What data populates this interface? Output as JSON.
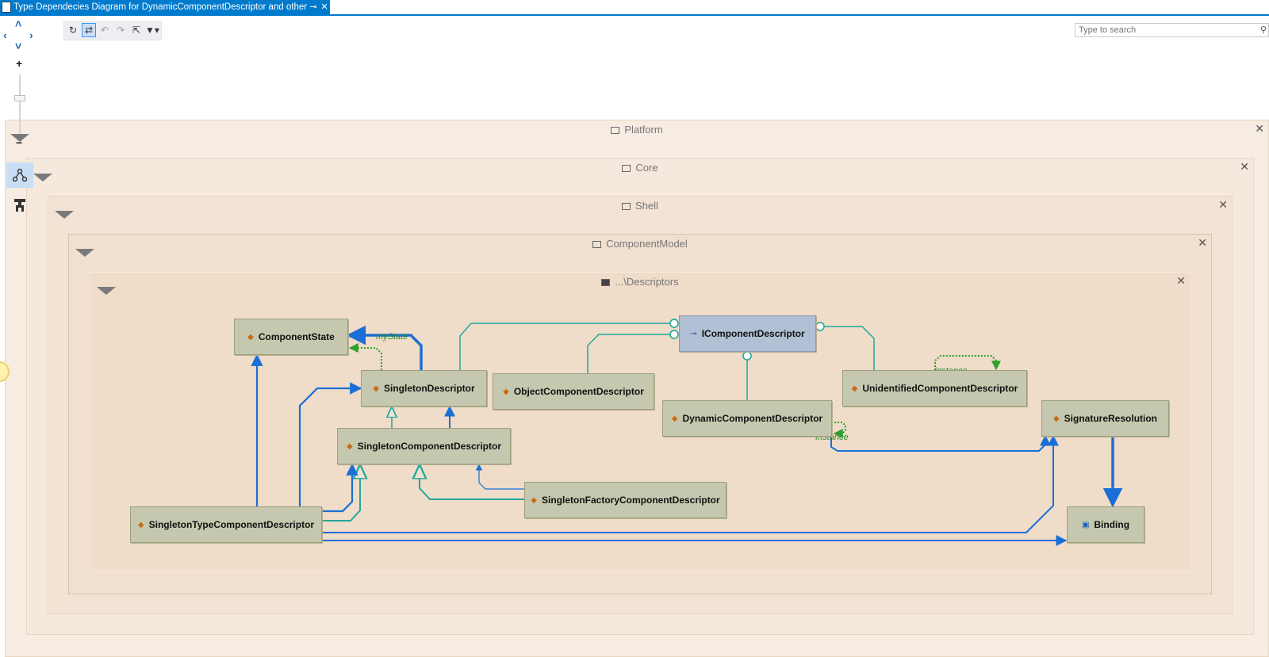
{
  "tab": {
    "title": "Type Dependecies Diagram for DynamicComponentDescriptor and other Elements",
    "pin": "⊸",
    "close": "✕"
  },
  "toolbar": {
    "refresh": "↻",
    "layout": "⇄",
    "undo": "↶",
    "redo": "↷",
    "export": "⇱",
    "filter": "▼▾"
  },
  "search": {
    "placeholder": "Type to search",
    "icon": "⚲"
  },
  "nav": {
    "up": "˄",
    "left": "‹",
    "right": "›",
    "down": "˅"
  },
  "zoom": {
    "plus": "+",
    "minus": "−"
  },
  "groups": {
    "platform": "Platform",
    "core": "Core",
    "shell": "Shell",
    "componentmodel": "ComponentModel",
    "descriptors": "...\\Descriptors",
    "close": "✕"
  },
  "nodes": {
    "componentstate": "ComponentState",
    "singletondescriptor": "SingletonDescriptor",
    "objectcomponentdescriptor": "ObjectComponentDescriptor",
    "icomponentdescriptor": "IComponentDescriptor",
    "unidentifiedcomponentdescriptor": "UnidentifiedComponentDescriptor",
    "dynamiccomponentdescriptor": "DynamicComponentDescriptor",
    "signatureresolution": "SignatureResolution",
    "singletoncomponentdescriptor": "SingletonComponentDescriptor",
    "singletonfactorycomponentdescriptor": "SingletonFactoryComponentDescriptor",
    "singletontypecomponentdescriptor": "SingletonTypeComponentDescriptor",
    "binding": "Binding"
  },
  "edge_labels": {
    "mystate": "myState",
    "instance1": "Instance",
    "instance2": "Instance"
  },
  "colors": {
    "dependency": "#1a6fd6",
    "inheritance": "#20a89a",
    "self_reference": "#2ea02e",
    "accent": "#007acc"
  }
}
